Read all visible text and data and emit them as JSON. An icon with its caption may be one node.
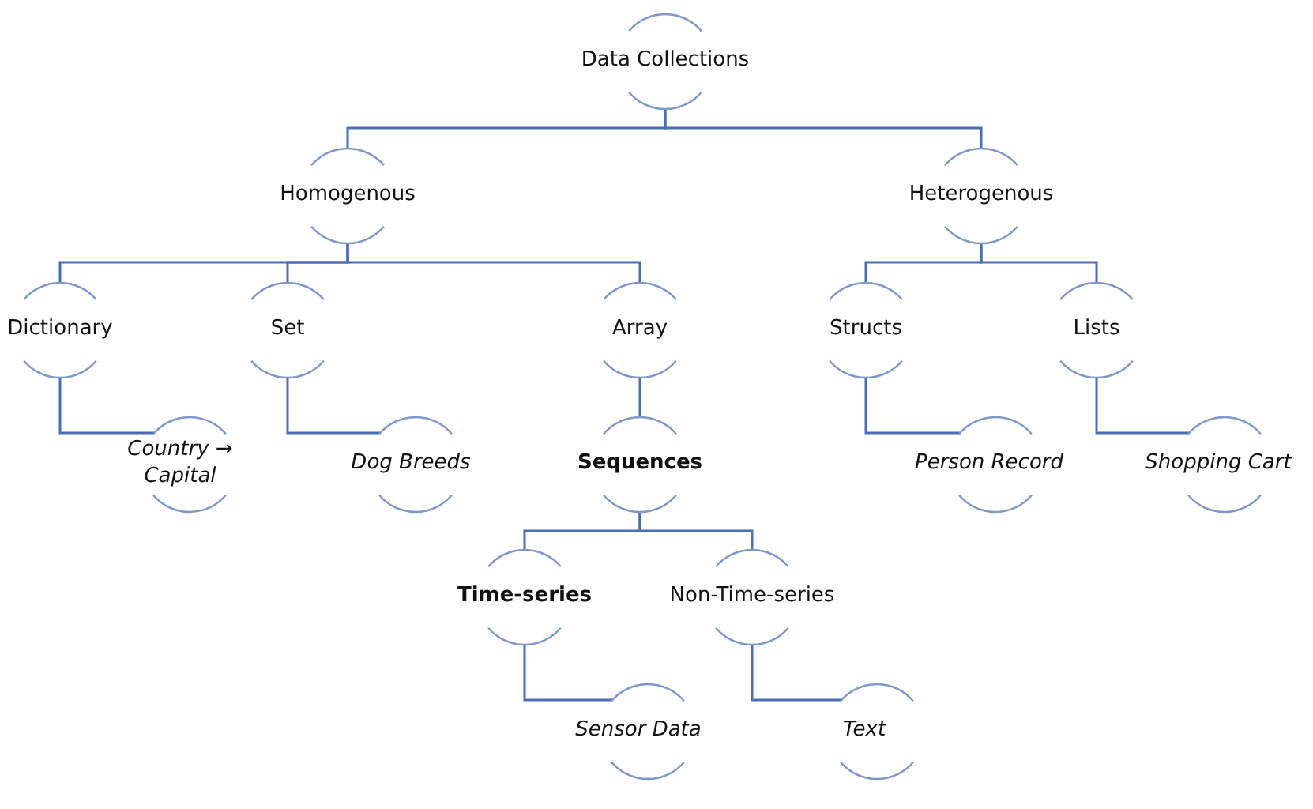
{
  "diagram": {
    "nodes": [
      {
        "text": [
          "Data Collections"
        ]
      },
      {
        "text": [
          "Homogenous"
        ]
      },
      {
        "text": [
          "Heterogenous"
        ]
      },
      {
        "text": [
          "Dictionary"
        ]
      },
      {
        "text": [
          "Set"
        ]
      },
      {
        "text": [
          "Array"
        ]
      },
      {
        "text": [
          "Structs"
        ]
      },
      {
        "text": [
          "Lists"
        ]
      },
      {
        "text": [
          "Country → Capital"
        ]
      },
      {
        "text": [
          "Dog Breeds"
        ]
      },
      {
        "text": [
          "Sequences"
        ]
      },
      {
        "text": [
          "Person Record"
        ]
      },
      {
        "text": [
          "Shopping Cart"
        ]
      },
      {
        "text": [
          "Time-series"
        ]
      },
      {
        "text": [
          "Non-Time-series"
        ]
      },
      {
        "text": [
          "Sensor Data"
        ]
      },
      {
        "text": [
          "Text"
        ]
      }
    ],
    "edges": [
      {
        "from": 0,
        "to": 1,
        "arrow": "none"
      },
      {
        "from": 0,
        "to": 2,
        "arrow": "none"
      },
      {
        "from": 1,
        "to": 3,
        "arrow": "none"
      },
      {
        "from": 1,
        "to": 4,
        "arrow": "none"
      },
      {
        "from": 1,
        "to": 5,
        "arrow": "none"
      },
      {
        "from": 2,
        "to": 6,
        "arrow": "none"
      },
      {
        "from": 2,
        "to": 7,
        "arrow": "none"
      },
      {
        "from": 3,
        "to": 8,
        "arrow": "none"
      },
      {
        "from": 4,
        "to": 9,
        "arrow": "none"
      },
      {
        "from": 5,
        "to": 10,
        "arrow": "none"
      },
      {
        "from": 6,
        "to": 11,
        "arrow": "none"
      },
      {
        "from": 7,
        "to": 12,
        "arrow": "none"
      },
      {
        "from": 10,
        "to": 13,
        "arrow": "none"
      },
      {
        "from": 10,
        "to": 14,
        "arrow": "none"
      },
      {
        "from": 13,
        "to": 15,
        "arrow": "none"
      },
      {
        "from": 14,
        "to": 16,
        "arrow": "none"
      }
    ]
  }
}
